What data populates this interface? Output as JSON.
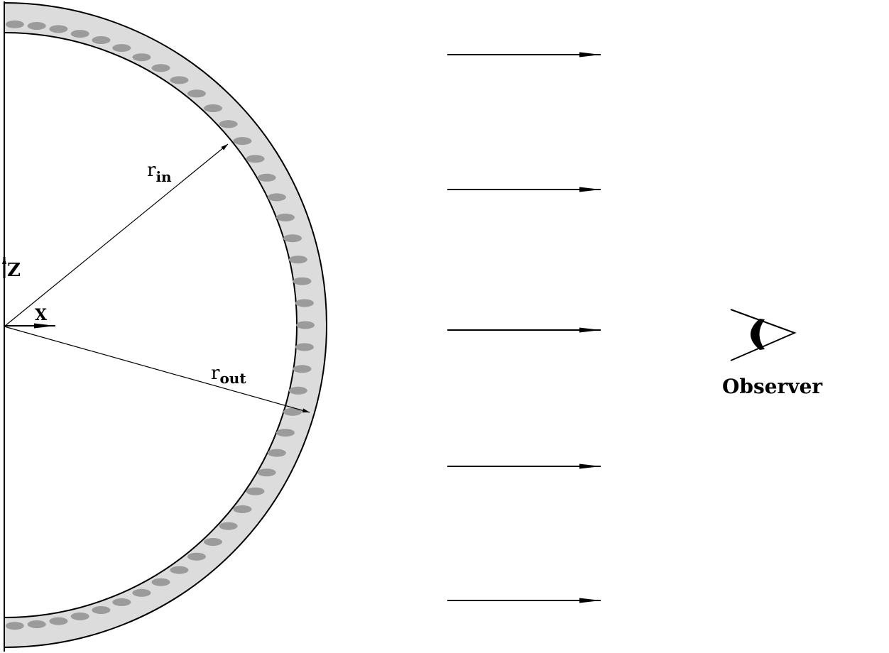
{
  "labels": {
    "r_in_base": "r",
    "r_in_sub": "in",
    "r_out_base": "r",
    "r_out_sub": "out",
    "axis_z": "Z",
    "axis_x": "X",
    "observer": "Observer"
  },
  "colors": {
    "shell_fill": "#dcdcdc",
    "grain_fill": "#9b9b9b",
    "line": "#000000",
    "background": "#ffffff"
  },
  "icons": {
    "observer": "eye-icon"
  }
}
